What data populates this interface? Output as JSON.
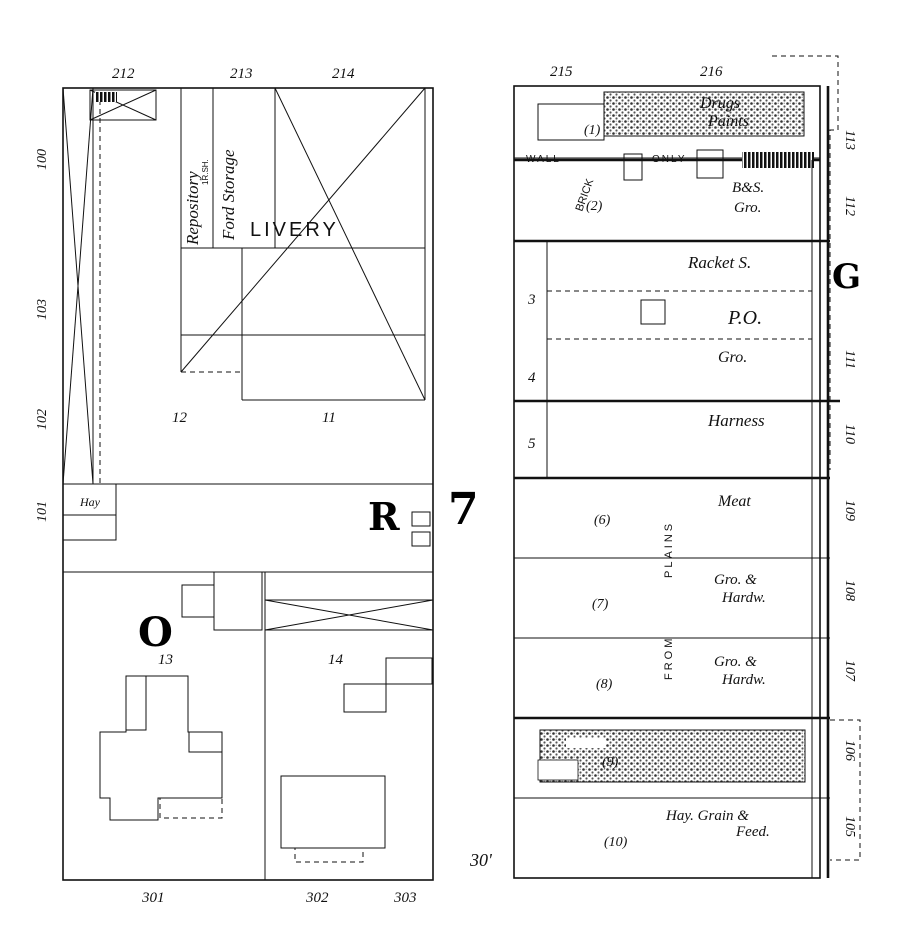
{
  "block_left": {
    "address_numbers_top": [
      "212",
      "213",
      "214"
    ],
    "address_numbers_side": [
      "100",
      "103",
      "102",
      "101"
    ],
    "address_numbers_bottom": [
      "301",
      "302",
      "303"
    ],
    "building_labels": [
      "Repository",
      "Ford Storage",
      "LIVERY",
      "Hay"
    ],
    "small_notes": [
      "1R.SH."
    ],
    "lot_numbers": [
      "12",
      "11",
      "13",
      "14"
    ],
    "section_letters": [
      "R",
      "O"
    ]
  },
  "block_right": {
    "address_numbers_top": [
      "215",
      "216"
    ],
    "address_numbers_side": [
      "113",
      "112",
      "111",
      "110",
      "109",
      "108",
      "107",
      "106",
      "105"
    ],
    "building_labels": [
      "Drugs",
      "Paints",
      "B&S.",
      "Gro.",
      "Racket S.",
      "P.O.",
      "Gro.",
      "Harness",
      "Meat",
      "Gro. &",
      "Hardw.",
      "Gro. &",
      "Hardw.",
      "Hay. Grain &",
      "Feed."
    ],
    "annotations": [
      "BRICK",
      "WALL",
      "ONLY",
      "FROM",
      "PLAINS"
    ],
    "lot_numbers": [
      "(1)",
      "(2)",
      "3",
      "4",
      "5",
      "(6)",
      "(7)",
      "(8)",
      "(9)",
      "(10)"
    ],
    "section_letter": "G",
    "bottom_dimension": "30'"
  },
  "block_number": "7",
  "colors": {
    "ink": "#111111",
    "paper": "#ffffff",
    "shade": "#5a5a5a"
  }
}
